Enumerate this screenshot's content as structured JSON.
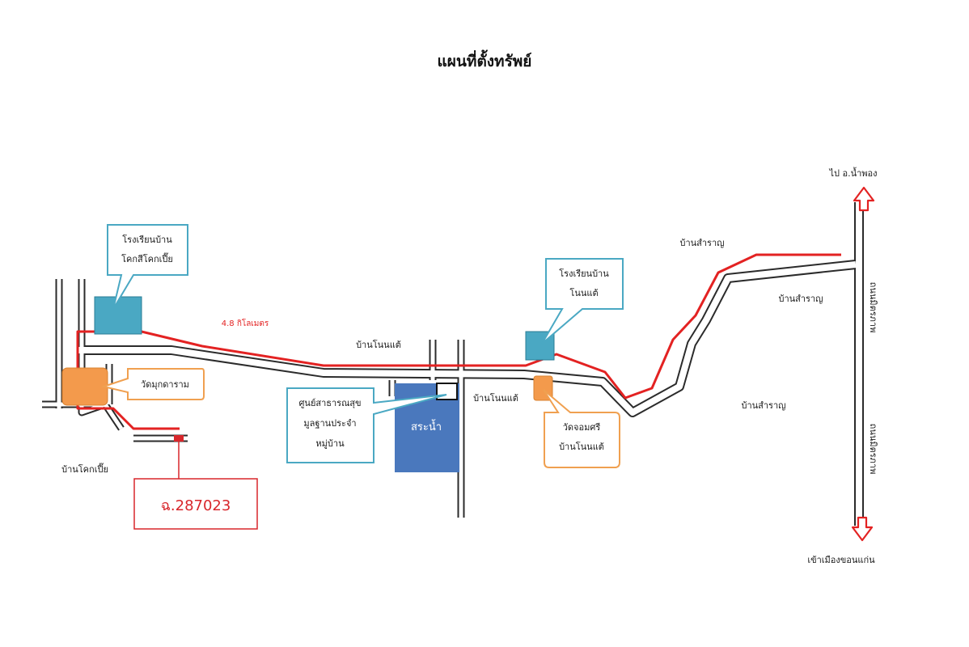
{
  "title": "แผนที่ตั้งทรัพย์",
  "distance_label": "4.8 กิโลเมตร",
  "places": {
    "ban_khok_pia": "บ้านโคกเปี๊ย",
    "ban_non_tae_1": "บ้านโนนแต้",
    "ban_non_tae_2": "บ้านโนนแต้",
    "ban_samran_1": "บ้านสำราญ",
    "ban_samran_2": "บ้านสำราญ",
    "ban_samran_3": "บ้านสำราญ"
  },
  "callouts": {
    "school_khok": [
      "โรงเรียนบ้าน",
      "โคกสีโคกเปี๊ย"
    ],
    "school_non_tae": [
      "โรงเรียนบ้าน",
      "โนนแต้"
    ],
    "wat_mukda": "วัดมุกดาราม",
    "health_center": [
      "ศูนย์สาธารณสุข",
      "มูลฐานประจำ",
      "หมู่บ้าน"
    ],
    "wat_jom_si": [
      "วัดจอมศรี",
      "บ้านโนนแต้"
    ]
  },
  "pond_label": "สระน้ำ",
  "highway": {
    "name_top": "ถนนมิตรภาพ",
    "name_bottom": "ถนนมิตรภาพ",
    "to_north": "ไป อ.น้ำพอง",
    "to_south": "เข้าเมืองขอนแก่น"
  },
  "plot_number": "ฉ.287023",
  "colors": {
    "route": "#e32222",
    "road_outline": "#2b2b2b",
    "school": "#4aa8c3",
    "callout_border": "#4aa8c3",
    "temple": "#f39a4c",
    "temple_border": "#f0a050",
    "pond": "#4a78bd",
    "plot_border": "#d8262b",
    "arrow": "#e32222"
  }
}
